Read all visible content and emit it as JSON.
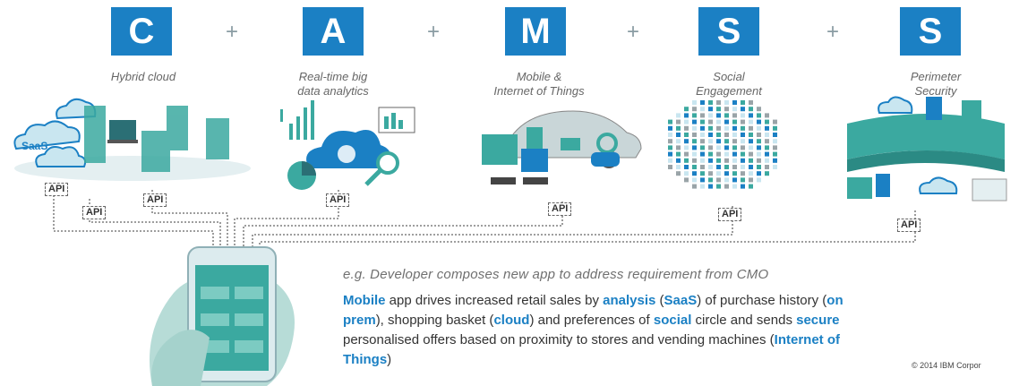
{
  "pillars": [
    {
      "letter": "C",
      "caption": [
        "Hybrid cloud"
      ]
    },
    {
      "letter": "A",
      "caption": [
        "Real-time big",
        "data analytics"
      ]
    },
    {
      "letter": "M",
      "caption": [
        "Mobile &",
        "Internet of Things"
      ]
    },
    {
      "letter": "S",
      "caption": [
        "Social",
        "Engagement"
      ]
    },
    {
      "letter": "S",
      "caption": [
        "Perimeter",
        "Security"
      ]
    }
  ],
  "plus_sign": "+",
  "saas_label": "SaaS",
  "api_label": "API",
  "example": "e.g. Developer composes new app to address requirement from CMO",
  "description": [
    {
      "t": "Mobile",
      "h": true
    },
    {
      "t": " app drives increased retail sales by ",
      "h": false
    },
    {
      "t": "analysis",
      "h": true
    },
    {
      "t": " (",
      "h": false
    },
    {
      "t": "SaaS",
      "h": true
    },
    {
      "t": ") of purchase history (",
      "h": false
    },
    {
      "t": "on prem",
      "h": true
    },
    {
      "t": "), shopping basket (",
      "h": false
    },
    {
      "t": "cloud",
      "h": true
    },
    {
      "t": ") and preferences of ",
      "h": false
    },
    {
      "t": "social",
      "h": true
    },
    {
      "t": " circle and sends ",
      "h": false
    },
    {
      "t": "secure",
      "h": true
    },
    {
      "t": " personalised offers based on proximity to stores and vending machines (",
      "h": false
    },
    {
      "t": "Internet of Things",
      "h": true
    },
    {
      "t": ")",
      "h": false
    }
  ],
  "copyright": "© 2014 IBM Corpor",
  "colors": {
    "accent": "#1b80c4",
    "teal": "#3ba9a0",
    "light": "#e4eff1"
  }
}
